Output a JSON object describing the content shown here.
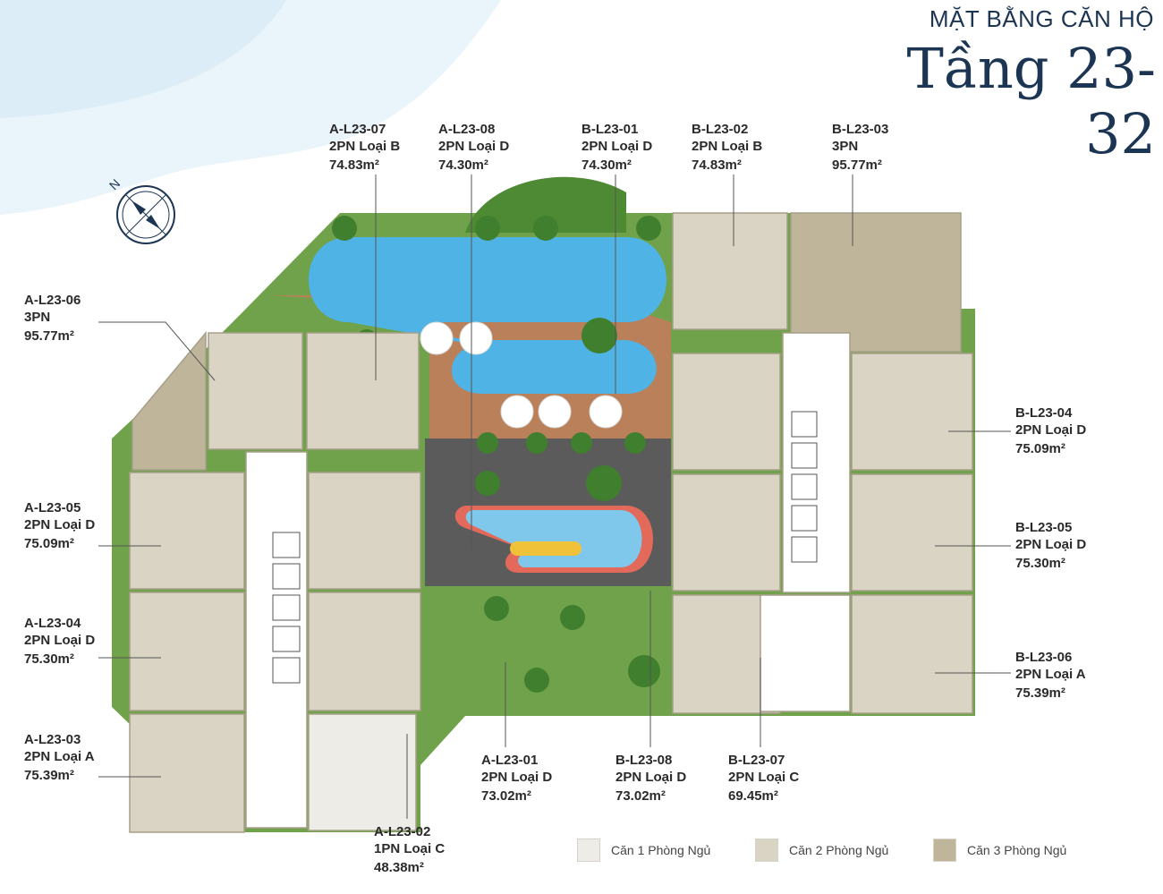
{
  "title": {
    "line1": "MẶT BẰNG CĂN HỘ",
    "line2": "Tầng 23-32"
  },
  "compass": {
    "letter": "N"
  },
  "units": [
    {
      "code": "A-L23-07",
      "type": "2PN Loại B",
      "area": "74.83m²"
    },
    {
      "code": "A-L23-08",
      "type": "2PN Loại D",
      "area": "74.30m²"
    },
    {
      "code": "B-L23-01",
      "type": "2PN Loại D",
      "area": "74.30m²"
    },
    {
      "code": "B-L23-02",
      "type": "2PN Loại B",
      "area": "74.83m²"
    },
    {
      "code": "B-L23-03",
      "type": "3PN",
      "area": "95.77m²"
    },
    {
      "code": "A-L23-06",
      "type": "3PN",
      "area": "95.77m²"
    },
    {
      "code": "B-L23-04",
      "type": "2PN Loại D",
      "area": "75.09m²"
    },
    {
      "code": "A-L23-05",
      "type": "2PN Loại D",
      "area": "75.09m²"
    },
    {
      "code": "B-L23-05",
      "type": "2PN Loại D",
      "area": "75.30m²"
    },
    {
      "code": "A-L23-04",
      "type": "2PN Loại D",
      "area": "75.30m²"
    },
    {
      "code": "B-L23-06",
      "type": "2PN Loại A",
      "area": "75.39m²"
    },
    {
      "code": "A-L23-03",
      "type": "2PN Loại A",
      "area": "75.39m²"
    },
    {
      "code": "A-L23-01",
      "type": "2PN Loại D",
      "area": "73.02m²"
    },
    {
      "code": "B-L23-08",
      "type": "2PN Loại D",
      "area": "73.02m²"
    },
    {
      "code": "B-L23-07",
      "type": "2PN Loại C",
      "area": "69.45m²"
    },
    {
      "code": "A-L23-02",
      "type": "1PN Loại C",
      "area": "48.38m²"
    }
  ],
  "legend": [
    {
      "label": "Căn 1 Phòng Ngủ",
      "color": "#eeece6"
    },
    {
      "label": "Căn 2 Phòng Ngủ",
      "color": "#d9d4c4"
    },
    {
      "label": "Căn 3 Phòng Ngủ",
      "color": "#bfb59a"
    }
  ],
  "colors": {
    "title": "#1c3553",
    "pool": "#4fb3e6",
    "lawn": "#5f9a3a",
    "deck": "#b9805a",
    "plaza": "#5b5b5b",
    "unit2": "#d9d4c4",
    "unit3": "#bfb59a",
    "unit1": "#eeece6"
  }
}
